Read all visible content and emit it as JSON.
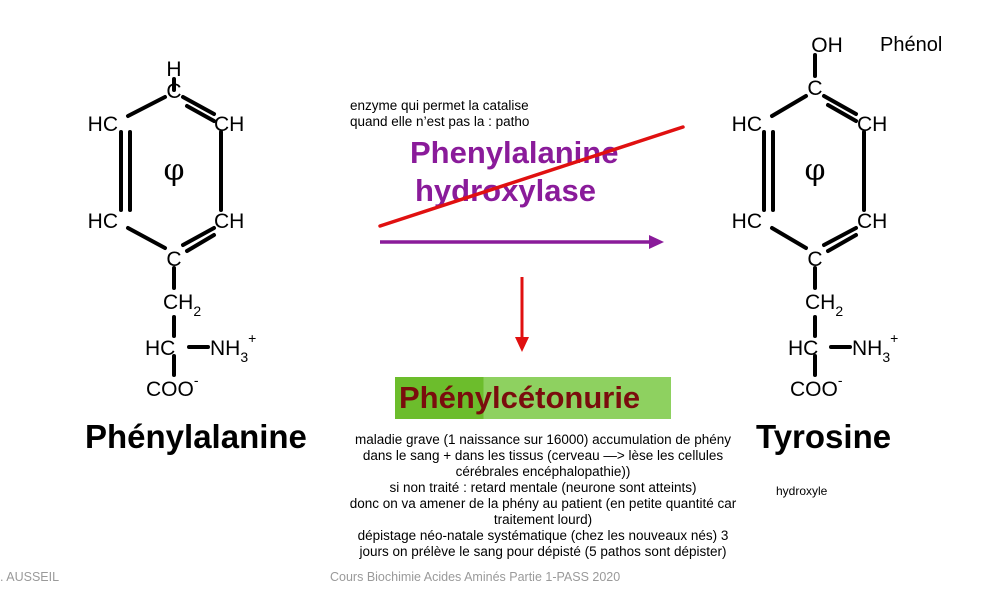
{
  "phenylalanine": {
    "name": "Phénylalanine",
    "atoms": {
      "top": "H",
      "top_c": "C",
      "upper_left": "HC",
      "upper_right": "CH",
      "lower_left": "HC",
      "lower_right": "CH",
      "bottom_c": "C",
      "ch2": "CH",
      "ch2_sub": "2",
      "hc": "HC",
      "nh3": "NH",
      "nh3_sub": "3",
      "nh3_charge": "+",
      "coo": "COO",
      "coo_charge": "-",
      "ring": "φ"
    }
  },
  "tyrosine": {
    "name": "Tyrosine",
    "atoms": {
      "top": "OH",
      "top_c": "C",
      "upper_left": "HC",
      "upper_right": "CH",
      "lower_left": "HC",
      "lower_right": "CH",
      "bottom_c": "C",
      "ch2": "CH",
      "ch2_sub": "2",
      "hc": "HC",
      "nh3": "NH",
      "nh3_sub": "3",
      "nh3_charge": "+",
      "coo": "COO",
      "coo_charge": "-",
      "ring": "φ"
    },
    "phenol_label": "Phénol",
    "hydroxyle_label": "hydroxyle"
  },
  "enzyme": {
    "note_line1": "enzyme qui permet la catalise",
    "note_line2": "quand elle n’est pas la : patho",
    "name_line1": "Phenylalanine",
    "name_line2": "hydroxylase"
  },
  "disease": {
    "name": "Phénylcétonurie",
    "notes": [
      "maladie grave (1 naissance sur 16000) accumulation de phény",
      "dans le sang + dans les tissus (cerveau —> lèse les cellules",
      "cérébrales encéphalopathie))",
      "si non traité : retard mentale (neurone sont atteints)",
      "donc on va amener de la phény au patient (en petite quantité car",
      "traitement lourd)",
      "dépistage néo-natale systématique (chez les nouveaux nés) 3",
      "jours on prélève le sang pour dépisté (5 pathos sont dépister)"
    ]
  },
  "footer": {
    "author": ". AUSSEIL",
    "course": "Cours Biochimie Acides Aminés Partie 1-PASS 2020"
  },
  "colors": {
    "enzyme": "#8a1b9a",
    "reaction_arrow": "#8a1b9a",
    "strike": "#e01010",
    "down_arrow": "#e01010",
    "disease_text": "#7a0d0d",
    "disease_bg": "#8ed160"
  }
}
